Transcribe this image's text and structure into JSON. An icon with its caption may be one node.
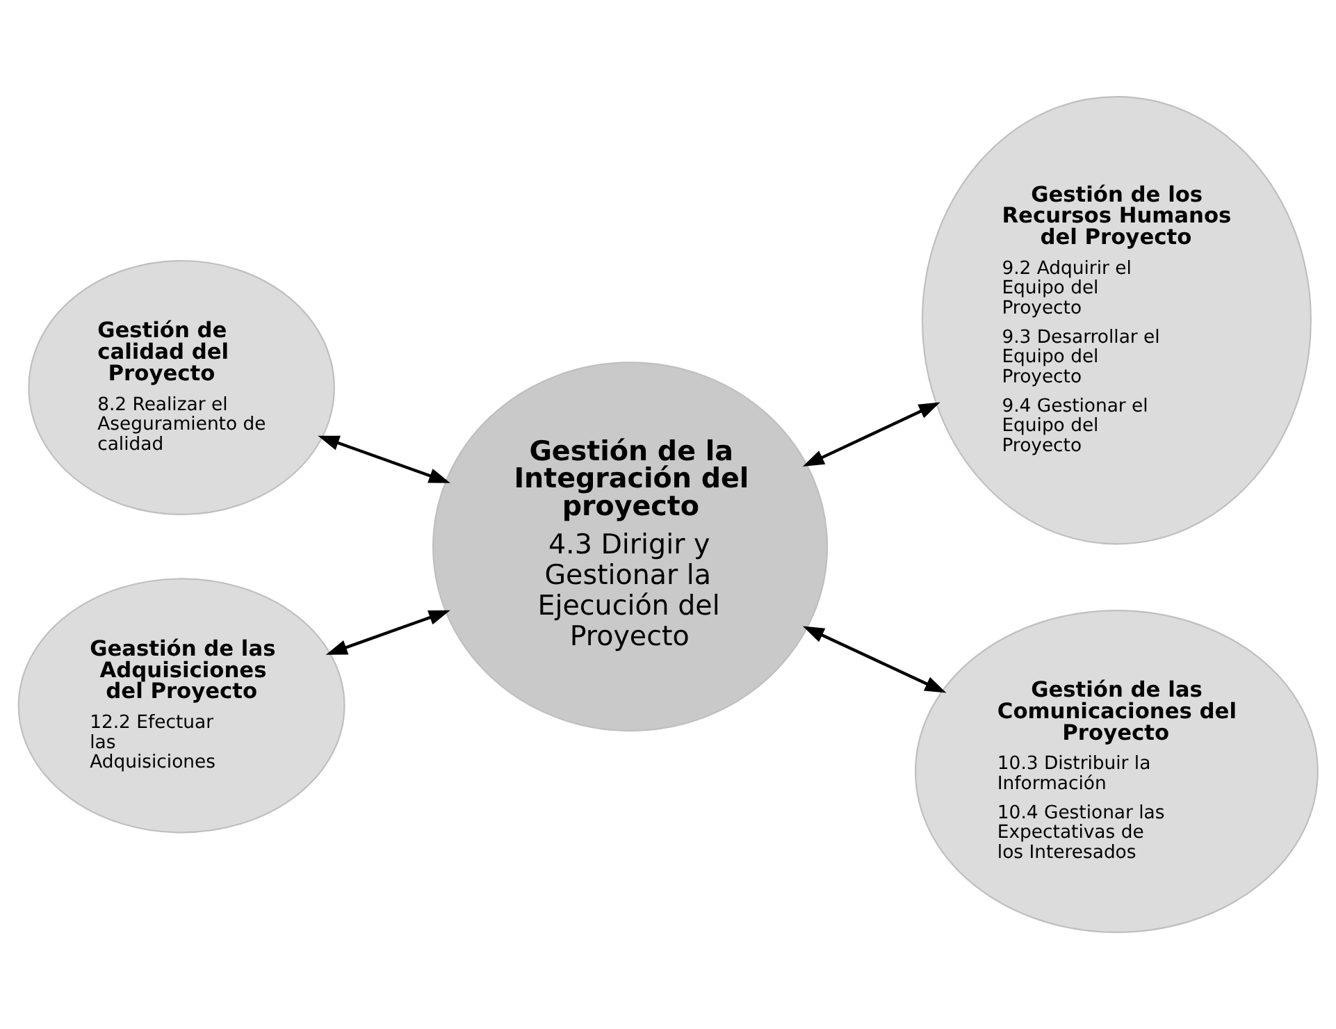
{
  "diagram": {
    "nodes": [
      {
        "text": [
          "Gestión de la Integración del proyecto",
          "4.3 Dirigir y Gestionar la Ejecución del Proyecto"
        ]
      },
      {
        "text": [
          "Gestión de calidad del Proyecto",
          "8.2 Realizar el Aseguramiento de calidad"
        ]
      },
      {
        "text": [
          "Gestión de los Recursos Humanos del Proyecto",
          "9.2 Adquirir el Equipo del Proyecto",
          "9.3 Desarrollar el Equipo del Proyecto",
          "9.4 Gestionar el Equipo del Proyecto"
        ]
      },
      {
        "text": [
          "Geastión de las Adquisiciones del Proyecto",
          "12.2 Efectuar las Adquisiciones"
        ]
      },
      {
        "text": [
          "Gestión de las Comunicaciones del Proyecto",
          "10.3 Distribuir la Información",
          "10.4 Gestionar las Expectativas de los Interesados"
        ]
      }
    ],
    "edges": [
      {
        "from": 1,
        "to": 0,
        "arrow": "both"
      },
      {
        "from": 0,
        "to": 2,
        "arrow": "both"
      },
      {
        "from": 3,
        "to": 0,
        "arrow": "both"
      },
      {
        "from": 0,
        "to": 4,
        "arrow": "both"
      }
    ]
  }
}
